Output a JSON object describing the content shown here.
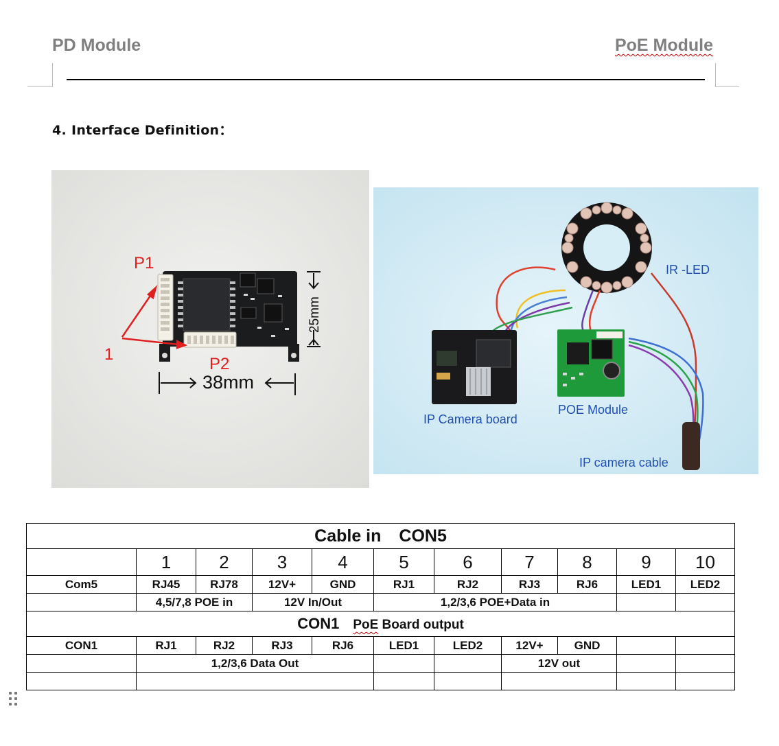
{
  "header": {
    "left": "PD Module",
    "right": "PoE Module"
  },
  "section": {
    "title": "4.  Interface Definition："
  },
  "photo1": {
    "label_p1": "P1",
    "label_pin1": "1",
    "label_p2": "P2",
    "dim_width": "38mm",
    "dim_height": "25mm"
  },
  "photo2": {
    "label_ir": "IR -LED",
    "label_camera_board": "IP Camera board",
    "label_poe_module": "POE Module",
    "label_cable": "IP  camera cable"
  },
  "table": {
    "title_con5": "Cable in",
    "title_con5_b": "CON5",
    "pin_numbers": [
      "1",
      "2",
      "3",
      "4",
      "5",
      "6",
      "7",
      "8",
      "9",
      "10"
    ],
    "con5_label": "Com5",
    "con5_pins": [
      "RJ45",
      "RJ78",
      "12V+",
      "GND",
      "RJ1",
      "RJ2",
      "RJ3",
      "RJ6",
      "LED1",
      "LED2"
    ],
    "con5_group_poe_in": "4,5/7,8 POE in",
    "con5_group_12v": "12V  In/Out",
    "con5_group_poe_data": "1,2/3,6 POE+Data in",
    "title_con1": "CON1",
    "title_con1_b_pre": "",
    "title_con1_b_word": "PoE",
    "title_con1_b_post": " Board output",
    "con1_label": "CON1",
    "con1_pins": [
      "RJ1",
      "RJ2",
      "RJ3",
      "RJ6",
      "LED1",
      "LED2",
      "12V+",
      "GND",
      "",
      ""
    ],
    "con1_group_data_out": "1,2/3,6 Data Out",
    "con1_group_12v_out": "12V out"
  },
  "colors": {
    "header_gray": "#7f7f7f",
    "annotation_red": "#e02020",
    "annotation_blue": "#1f4fb0",
    "photo2_bg": "#cfe8f2"
  }
}
